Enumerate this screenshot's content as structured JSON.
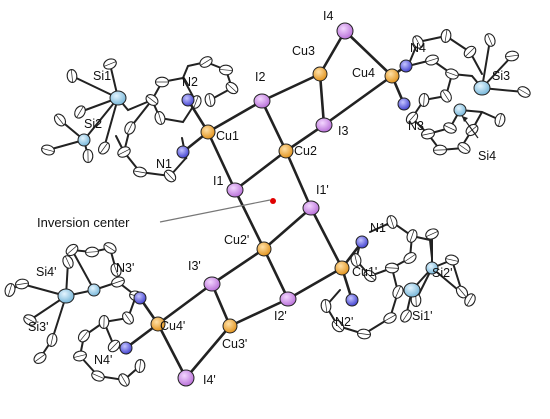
{
  "labels": {
    "I1": "I1",
    "I1p": "I1'",
    "I2": "I2",
    "I2p": "I2'",
    "I3": "I3",
    "I3p": "I3'",
    "I4": "I4",
    "I4p": "I4'",
    "Cu1": "Cu1",
    "Cu1p": "Cu1'",
    "Cu2": "Cu2",
    "Cu2p": "Cu2'",
    "Cu3": "Cu3",
    "Cu3p": "Cu3'",
    "Cu4": "Cu4",
    "Cu4p": "Cu4'",
    "N1": "N1",
    "N1p": "N1'",
    "N2": "N2",
    "N2p": "N2'",
    "N3": "N3",
    "N3p": "N3'",
    "N4": "N4",
    "N4p": "N4'",
    "Si1": "Si1",
    "Si1p": "Si1'",
    "Si2": "Si2",
    "Si2p": "Si2'",
    "Si3": "Si3",
    "Si3p": "Si3'",
    "Si4": "Si4",
    "Si4p": "Si4'"
  },
  "annotation": {
    "inversion_center": "Inversion center"
  },
  "colors": {
    "iodine": "#c77fe0",
    "copper": "#f2a531",
    "nitrogen": "#5656e8",
    "silicon": "#8fcbe6",
    "carbon": "#ffffff",
    "inversion_dot": "#e00000"
  }
}
